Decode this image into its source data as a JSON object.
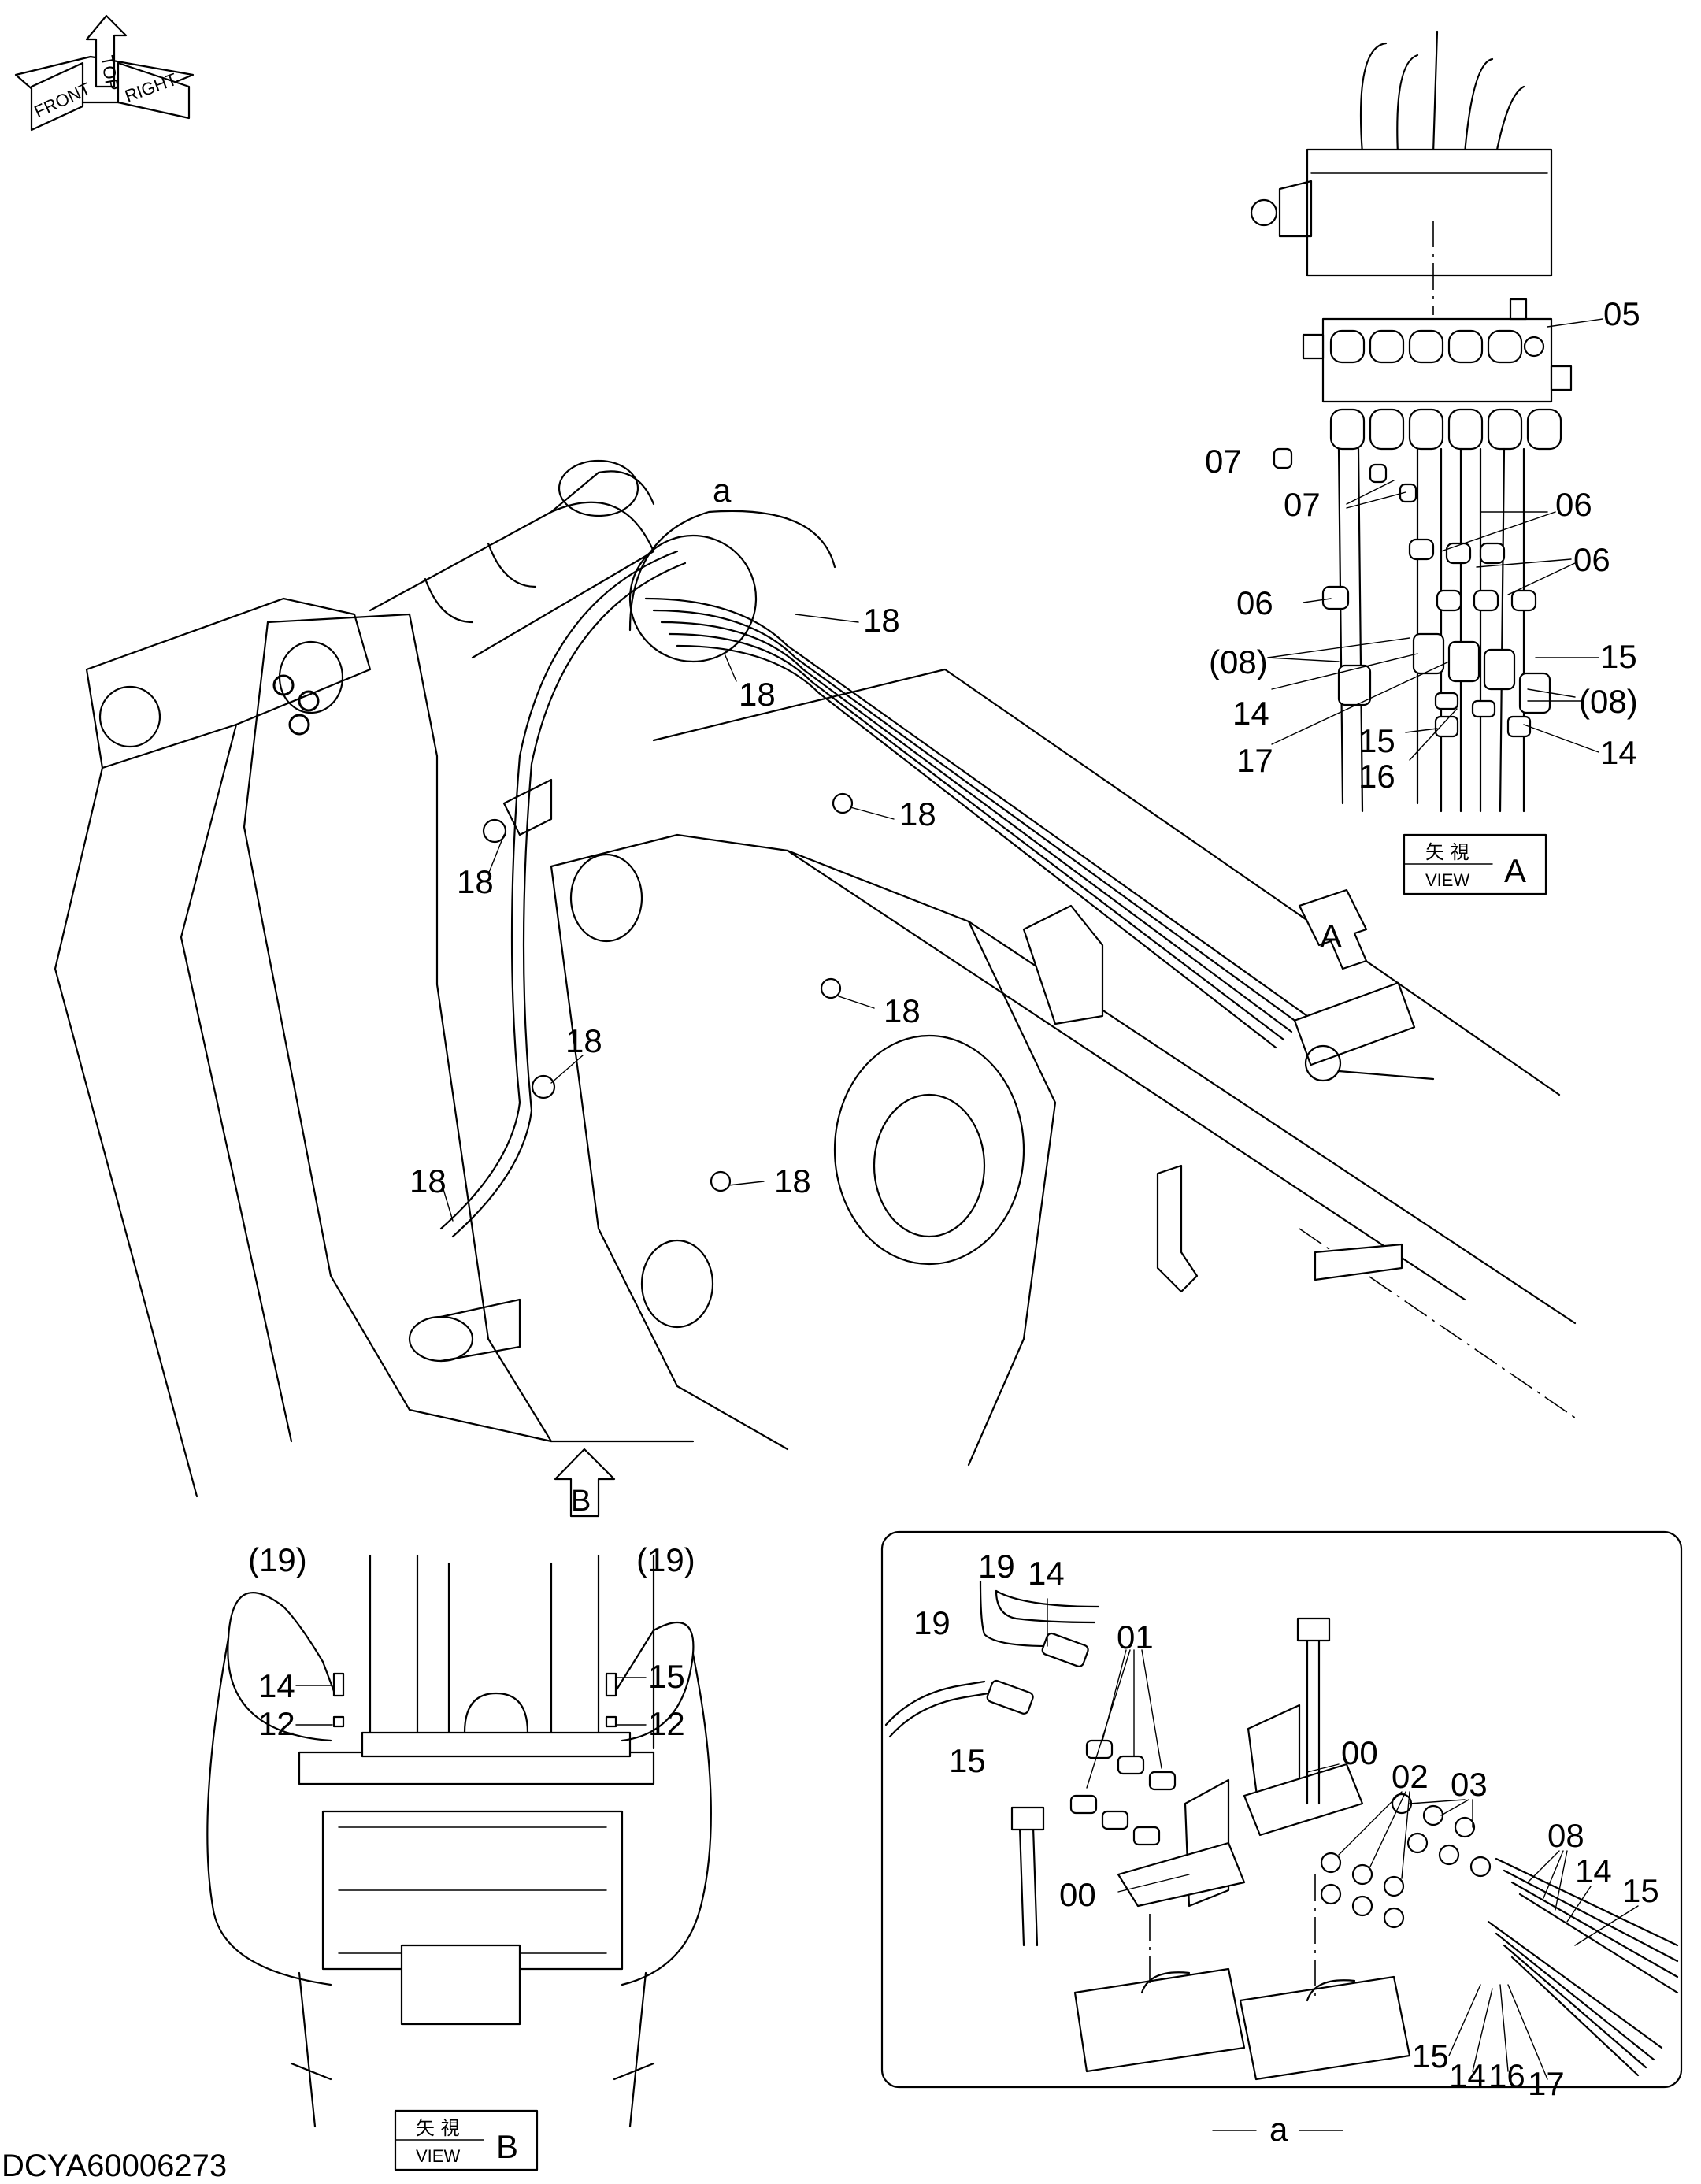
{
  "drawing_id": "DCYA60006273",
  "orientation_labels": {
    "front": "FRONT",
    "top": "TOP",
    "right": "RIGHT"
  },
  "view_boxes": [
    {
      "id": "A",
      "jp": "矢 視",
      "en": "VIEW",
      "letter": "A"
    },
    {
      "id": "B",
      "jp": "矢 視",
      "en": "VIEW",
      "letter": "B"
    }
  ],
  "view_arrows": {
    "a": "A",
    "b": "B"
  },
  "detail_label": "a",
  "callouts": {
    "main": [
      "18",
      "18",
      "18",
      "18",
      "18",
      "18",
      "18",
      "18"
    ],
    "view_a": [
      "05",
      "07",
      "07",
      "06",
      "06",
      "06",
      "(08)",
      "15",
      "14",
      "(08)",
      "17",
      "15",
      "16",
      "14"
    ],
    "view_b": [
      "(19)",
      "(19)",
      "14",
      "15",
      "12",
      "12"
    ],
    "detail_a": [
      "19",
      "14",
      "19",
      "15",
      "01",
      "00",
      "02",
      "03",
      "08",
      "14",
      "15",
      "00",
      "15",
      "14",
      "16",
      "17",
      "a"
    ]
  }
}
